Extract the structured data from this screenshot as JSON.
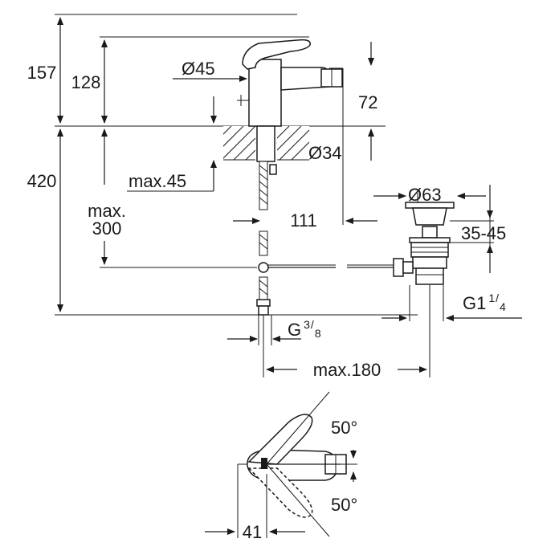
{
  "dimensions": {
    "total_height": "157",
    "spout_height": "128",
    "body_diameter": "Ø45",
    "aerator_height": "72",
    "hole_diameter": "Ø34",
    "deck_thickness": "max.45",
    "overall_length": "420",
    "hose_length_line1": "max.",
    "hose_length_line2": "300",
    "projection": "111",
    "waste_diameter": "Ø63",
    "waste_range": "35-45",
    "waste_thread_main": "G1",
    "waste_thread_num": "1",
    "waste_thread_den": "4",
    "supply_thread_main": "G",
    "supply_thread_num": "3",
    "supply_thread_den": "8",
    "waste_spacing": "max.180",
    "rotation_upper": "50°",
    "rotation_lower": "50°",
    "handle_offset": "41"
  },
  "colors": {
    "line": "#1a1a1a",
    "background": "#ffffff"
  }
}
